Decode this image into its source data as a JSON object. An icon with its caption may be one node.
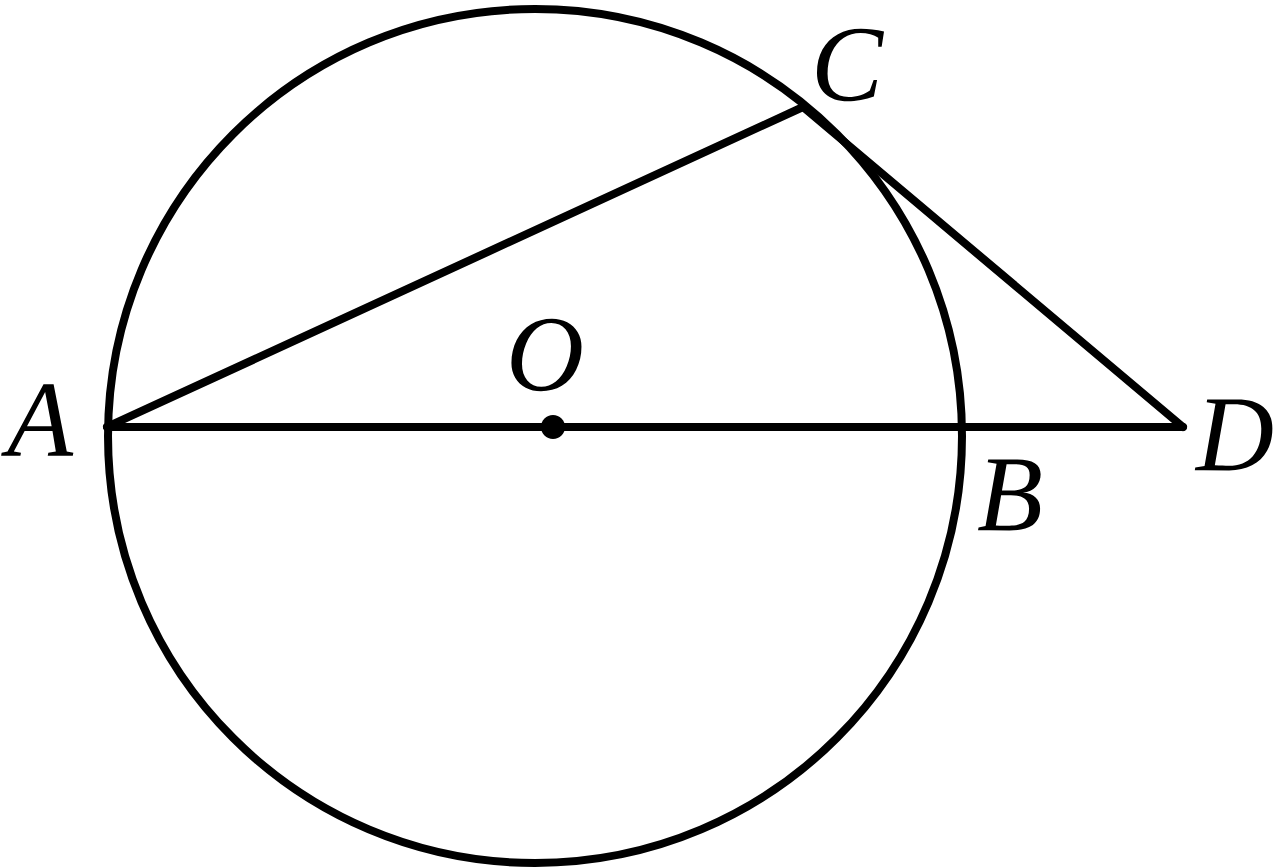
{
  "diagram": {
    "nodes": [
      {
        "text": [
          "C"
        ]
      },
      {
        "text": [
          "O"
        ]
      },
      {
        "text": [
          "A"
        ]
      },
      {
        "text": [
          "D"
        ]
      },
      {
        "text": [
          "B"
        ]
      }
    ],
    "edges": [
      {
        "from": 2,
        "to": 0,
        "arrow": "none"
      },
      {
        "from": 0,
        "to": 3,
        "arrow": "none"
      },
      {
        "from": 2,
        "to": 1,
        "arrow": "none"
      },
      {
        "from": 1,
        "to": 4,
        "arrow": "none"
      },
      {
        "from": 4,
        "to": 3,
        "arrow": "none"
      }
    ]
  }
}
